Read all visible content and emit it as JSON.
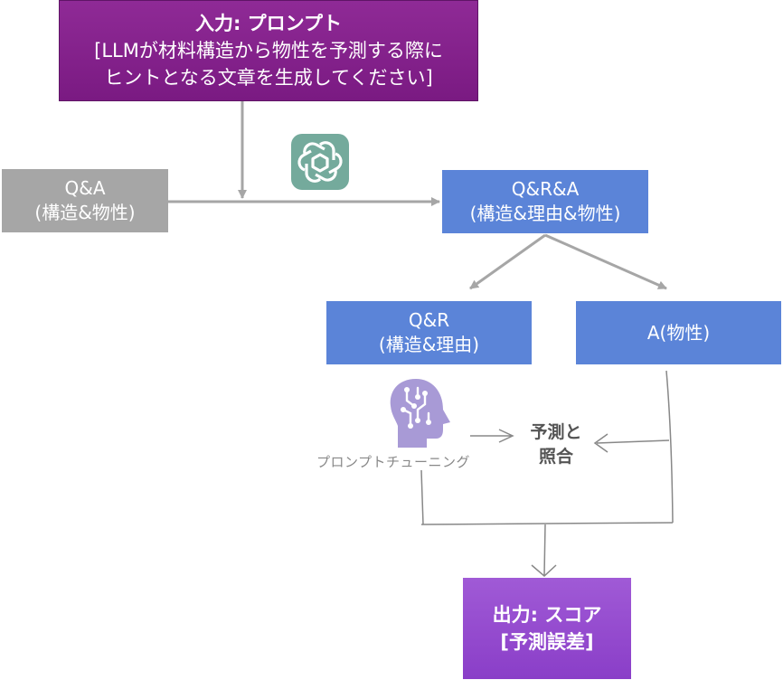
{
  "input": {
    "title": "入力: プロンプト",
    "line1": "[LLMが材料構造から物性を予測する際に",
    "line2": "ヒントとなる文章を生成してください]"
  },
  "qa_box": {
    "line1": "Q&A",
    "line2": "(構造&物性)"
  },
  "qra_box": {
    "line1": "Q&R&A",
    "line2": "(構造&理由&物性)"
  },
  "qr_box": {
    "line1": "Q&R",
    "line2": "(構造&理由)"
  },
  "a_box": {
    "line1": "A(物性)"
  },
  "compare": {
    "line1": "予測と",
    "line2": "照合"
  },
  "tuning_label": "プロンプトチューニング",
  "output": {
    "line1": "出力: スコア",
    "line2": "[予測誤差]"
  },
  "icons": {
    "llm": "openai-logo-icon",
    "tuning": "ai-brain-head-icon"
  },
  "colors": {
    "input": "#7d1c86",
    "grey": "#a6a6a6",
    "blue": "#5b84d8",
    "output": "#9448d0",
    "arrow": "#a6a6a6"
  }
}
